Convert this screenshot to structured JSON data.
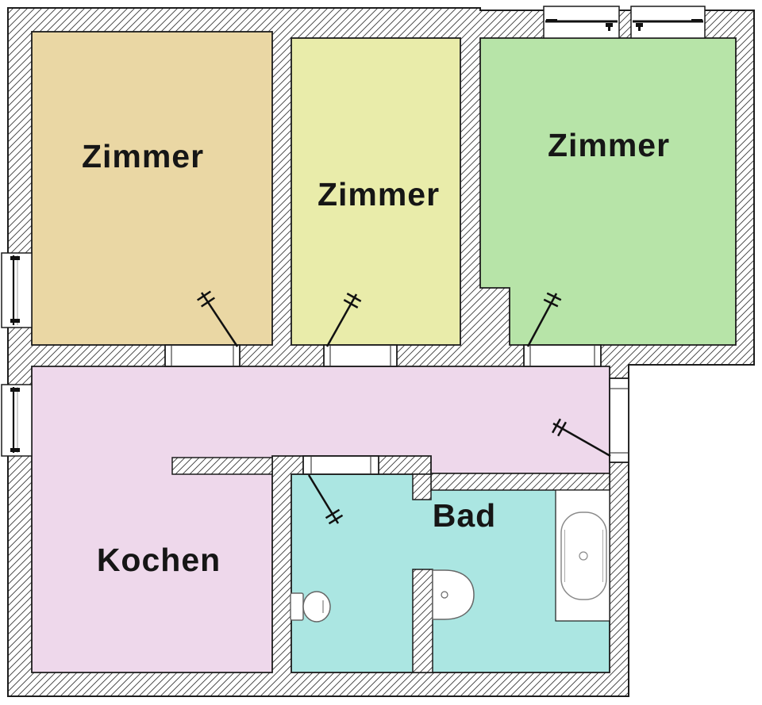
{
  "rooms": [
    {
      "name": "zimmer-top-left",
      "label": "Zimmer",
      "color": "#ead7a4"
    },
    {
      "name": "zimmer-top-middle",
      "label": "Zimmer",
      "color": "#e9ecaa"
    },
    {
      "name": "zimmer-top-right",
      "label": "Zimmer",
      "color": "#b7e4a8"
    },
    {
      "name": "kochen-hallway",
      "label": "Kochen",
      "color": "#eed8eb"
    },
    {
      "name": "bad",
      "label": "Bad",
      "color": "#abe6e2"
    }
  ],
  "palette": {
    "background": "#ffffff",
    "outline": "#1c1c1c",
    "hatch_line": "#3a3a3a",
    "door_symbol": "#111111",
    "fixture_stroke": "#666666",
    "tub_stroke": "#8a8a8a",
    "text": "#161616"
  },
  "fixtures": [
    {
      "name": "toilet-icon"
    },
    {
      "name": "sink-icon"
    },
    {
      "name": "bathtub-icon"
    }
  ],
  "openings": {
    "interior_doors": 4,
    "entrance_doors": 1,
    "windows": 4
  }
}
